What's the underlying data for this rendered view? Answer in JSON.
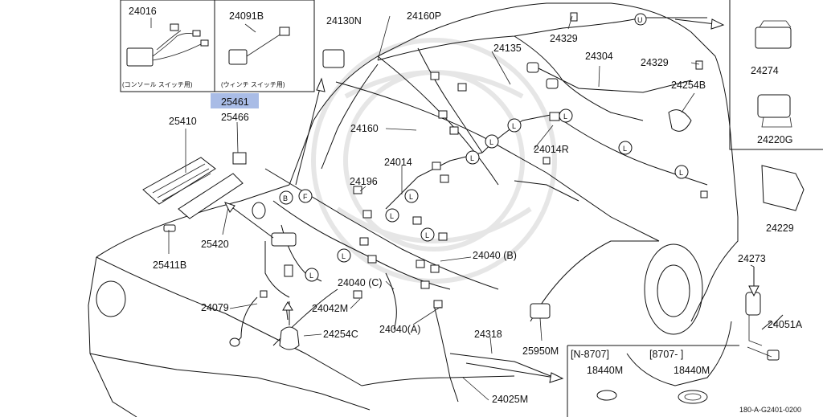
{
  "labels": {
    "p24016": "24016",
    "p24091b": "24091B",
    "p24130n": "24130N",
    "p24160p": "24160P",
    "p24329a": "24329",
    "p24135": "24135",
    "p24304": "24304",
    "p24329b": "24329",
    "p24254b": "24254B",
    "p24274": "24274",
    "p24220g": "24220G",
    "p25461": "25461",
    "p25466": "25466",
    "p25410": "25410",
    "p24160": "24160",
    "p24014r": "24014R",
    "p24014": "24014",
    "p24196": "24196",
    "p24229": "24229",
    "p25420": "25420",
    "p25411b": "25411B",
    "p24040b": "24040 (B)",
    "p24273": "24273",
    "p24040c": "24040 (C)",
    "p24079": "24079",
    "p24042m": "24042M",
    "p24254c": "24254C",
    "p24040a": "24040(A)",
    "p24318": "24318",
    "p25950m": "25950M",
    "p24051a": "24051A",
    "p24025m": "24025M",
    "p18440m_a": "18440M",
    "p18440m_b": "18440M"
  },
  "captions": {
    "console_switch": "(コンソール スイッチ用)",
    "window_switch": "(ウィンチ スイッチ用)"
  },
  "date_ranges": {
    "before": "[N-8707]",
    "after": "[8707-  ]"
  },
  "marks": {
    "b": "B",
    "f": "F",
    "l": "L",
    "u": "U"
  },
  "reference_code": "180-A-G2401-0200",
  "highlight_color": "#a9bce6"
}
